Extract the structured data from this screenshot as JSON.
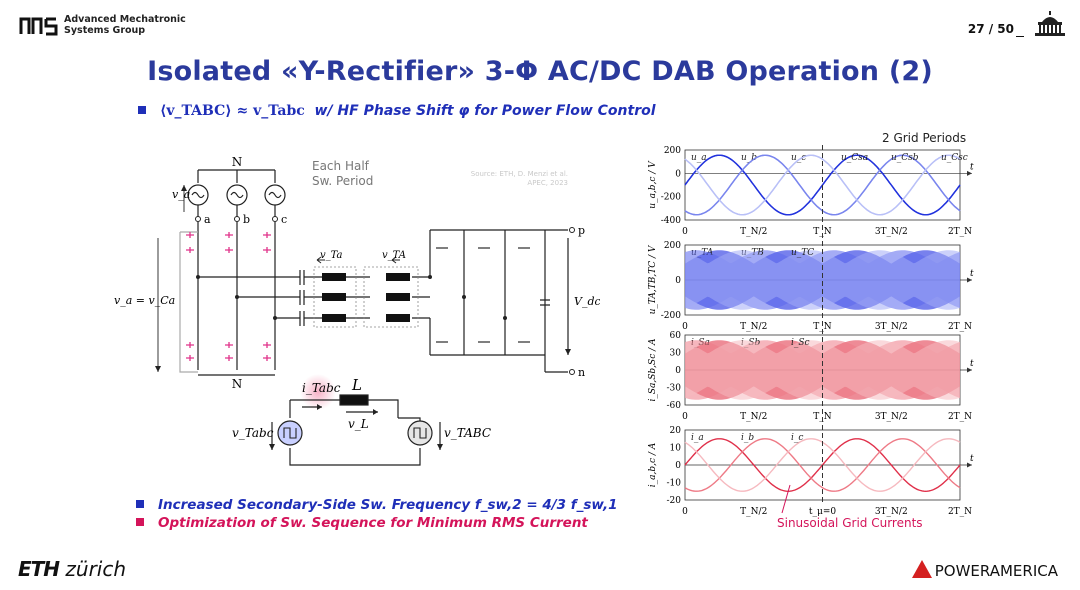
{
  "header": {
    "org_line1": "Advanced Mechatronic",
    "org_line2": "Systems Group",
    "page": "27 / 50"
  },
  "title": "Isolated «Y-Rectifier» 3-Φ AC/DC DAB Operation (2)",
  "subtitle": {
    "equation": "⟨v_TABC⟩ ≈ v_Tabc",
    "text": "w/ HF Phase Shift φ for Power Flow Control"
  },
  "annotations": {
    "each_half_1": "Each Half",
    "each_half_2": "Sw. Period",
    "source_1": "Source: ETH, D. Menzi et al.",
    "source_2": "APEC, 2023",
    "grid_periods": "2 Grid Periods",
    "sinusoidal": "Sinusoidal Grid Currents"
  },
  "bullets": [
    {
      "text": "Increased Secondary-Side Sw. Frequency  f_sw,2 = 4/3 f_sw,1",
      "color": "#1f2fb8"
    },
    {
      "text": "Optimization of Sw. Sequence for Minimum RMS Current",
      "color": "#d4145a"
    }
  ],
  "footer": {
    "eth": "ETH zürich",
    "poweramerica": "POWERAMERICA"
  },
  "circuit": {
    "N_top": "N",
    "N_bot": "N",
    "va": "v_a",
    "a": "a",
    "b": "b",
    "c": "c",
    "va_eq": "v_a = v_Ca",
    "vTa": "v_Ta",
    "vTA": "v_TA",
    "p": "p",
    "n": "n",
    "Vdc": "V_dc",
    "iTabc": "i_Tabc",
    "L": "L",
    "vL": "v_L",
    "vTabc": "v_Tabc",
    "vTABC": "v_TABC"
  },
  "chart_data": [
    {
      "type": "line",
      "ylabel": "u_a,b,c / V",
      "ylim": [
        -400,
        200
      ],
      "yticks": [
        200,
        0,
        -200,
        -400
      ],
      "xticks": [
        "0",
        "T_N/2",
        "T_N",
        "3T_N/2",
        "2T_N"
      ],
      "series": [
        {
          "name": "u_a"
        },
        {
          "name": "u_b"
        },
        {
          "name": "u_c"
        },
        {
          "name": "u_Csa"
        },
        {
          "name": "u_Csb"
        },
        {
          "name": "u_Csc"
        }
      ],
      "colors": [
        "#2233dd",
        "#7a86ee",
        "#b9c0f7"
      ]
    },
    {
      "type": "area",
      "ylabel": "u_TA,TB,TC / V",
      "ylim": [
        -200,
        200
      ],
      "yticks": [
        200,
        0,
        -200
      ],
      "xticks": [
        "0",
        "T_N/2",
        "T_N",
        "3T_N/2",
        "2T_N"
      ],
      "series": [
        {
          "name": "u_TA"
        },
        {
          "name": "u_TB"
        },
        {
          "name": "u_TC"
        }
      ],
      "colors": [
        "#0a1adf",
        "#5b68ec",
        "#a3abf5"
      ]
    },
    {
      "type": "area",
      "ylabel": "i_Sa,Sb,Sc / A",
      "ylim": [
        -60,
        60
      ],
      "yticks": [
        60,
        30,
        0,
        -30,
        -60
      ],
      "xticks": [
        "0",
        "T_N/2",
        "T_N",
        "3T_N/2",
        "2T_N"
      ],
      "series": [
        {
          "name": "i_Sa"
        },
        {
          "name": "i_Sb"
        },
        {
          "name": "i_Sc"
        }
      ],
      "colors": [
        "#e02b40",
        "#ee7a86",
        "#f6b9bf"
      ]
    },
    {
      "type": "line",
      "ylabel": "i_a,b,c / A",
      "ylim": [
        -20,
        20
      ],
      "yticks": [
        20,
        10,
        0,
        -10,
        -20
      ],
      "xticks": [
        "0",
        "T_N/2",
        "t_μ=0",
        "3T_N/2",
        "2T_N"
      ],
      "series": [
        {
          "name": "i_a",
          "amplitude": 15
        },
        {
          "name": "i_b",
          "amplitude": 15
        },
        {
          "name": "i_c",
          "amplitude": 15
        }
      ],
      "colors": [
        "#e0304a",
        "#ee7a86",
        "#f6b9bf"
      ]
    }
  ]
}
